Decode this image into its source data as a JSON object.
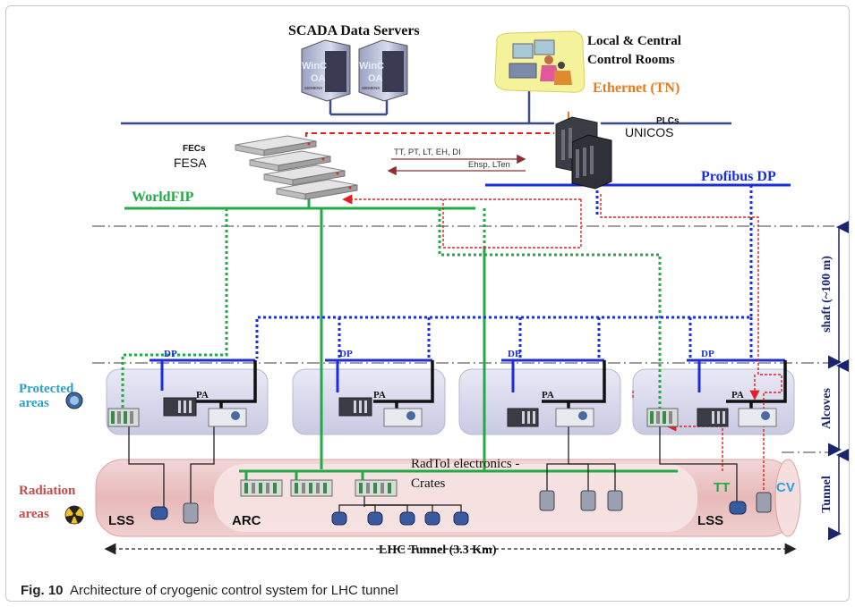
{
  "labels": {
    "scada": "SCADA Data Servers",
    "control_rooms_1": "Local & Central",
    "control_rooms_2": "Control Rooms",
    "ethernet": "Ethernet (TN)",
    "plcs": "PLCs",
    "unicos": "UNICOS",
    "fecs": "FECs",
    "fesa": "FESA",
    "signals_1": "TT, PT, LT, EH, DI",
    "signals_2": "Ehsp, LTen",
    "worldfip": "WorldFIP",
    "profibus": "Profibus DP",
    "dp": "DP",
    "pa": "PA",
    "protected_1": "Protected",
    "protected_2": "areas",
    "radiation_1": "Radiation",
    "radiation_2": "areas",
    "radtol_1": "RadTol electronics -",
    "radtol_2": "Crates",
    "lss": "LSS",
    "arc": "ARC",
    "tt": "TT",
    "cv": "CV",
    "shaft": "shaft (~100 m)",
    "alcoves": "Alcoves",
    "tunnel": "Tunnel",
    "lhc_tunnel": "LHC Tunnel  (3.3 Km)",
    "winc": "WinC",
    "oa": "OA",
    "siemens": "SIEMENS"
  },
  "caption": {
    "fig": "Fig. 10",
    "text": "Architecture of cryogenic control system for LHC tunnel"
  },
  "colors": {
    "worldfip_green": "#22aa44",
    "profibus_blue": "#1a2ee0",
    "ethernet_navy": "#3a4a8a",
    "signal_red": "#e02020",
    "ethernet_orange": "#e87a1a",
    "protected_cyan": "#2aa0c8",
    "radiation_red": "#c84a4a",
    "axis_navy": "#1a2470"
  }
}
